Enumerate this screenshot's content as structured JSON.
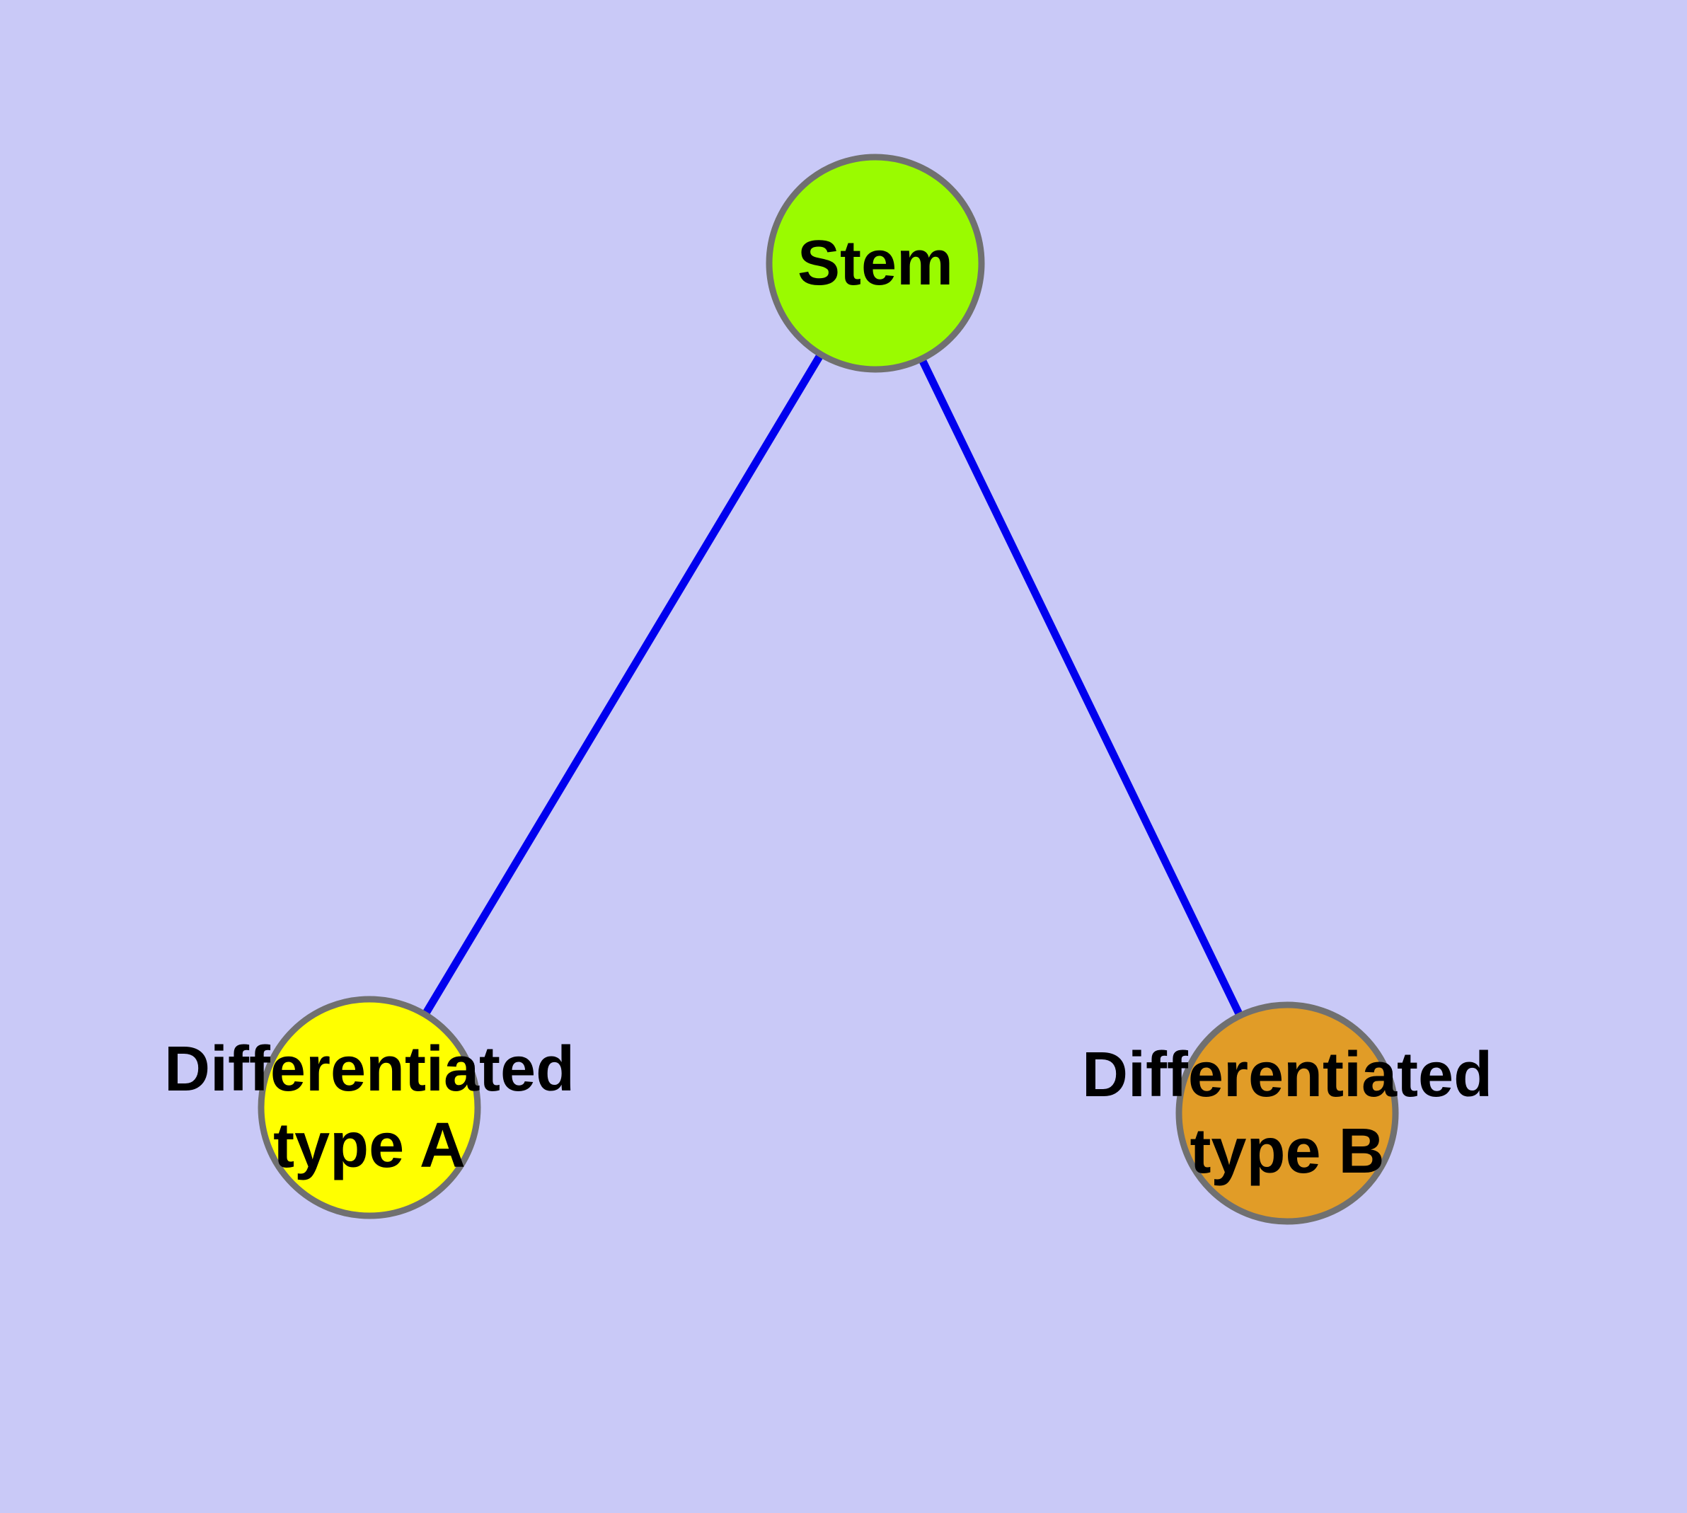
{
  "diagram": {
    "background_color": "#c9c9f7",
    "edge_color": "#0000ee",
    "node_border_color": "#707070",
    "label_color": "#000000",
    "nodes": [
      {
        "id": "stem",
        "label": "Stem",
        "fill": "#9afb00"
      },
      {
        "id": "differentiated-type-a",
        "label_line1": "Differentiated",
        "label_line2": "type A",
        "fill": "#ffff00"
      },
      {
        "id": "differentiated-type-b",
        "label_line1": "Differentiated",
        "label_line2": "type B",
        "fill": "#e19c27"
      }
    ],
    "edges": [
      {
        "from": "Stem",
        "to": "Differentiated type A"
      },
      {
        "from": "Stem",
        "to": "Differentiated type B"
      }
    ]
  }
}
